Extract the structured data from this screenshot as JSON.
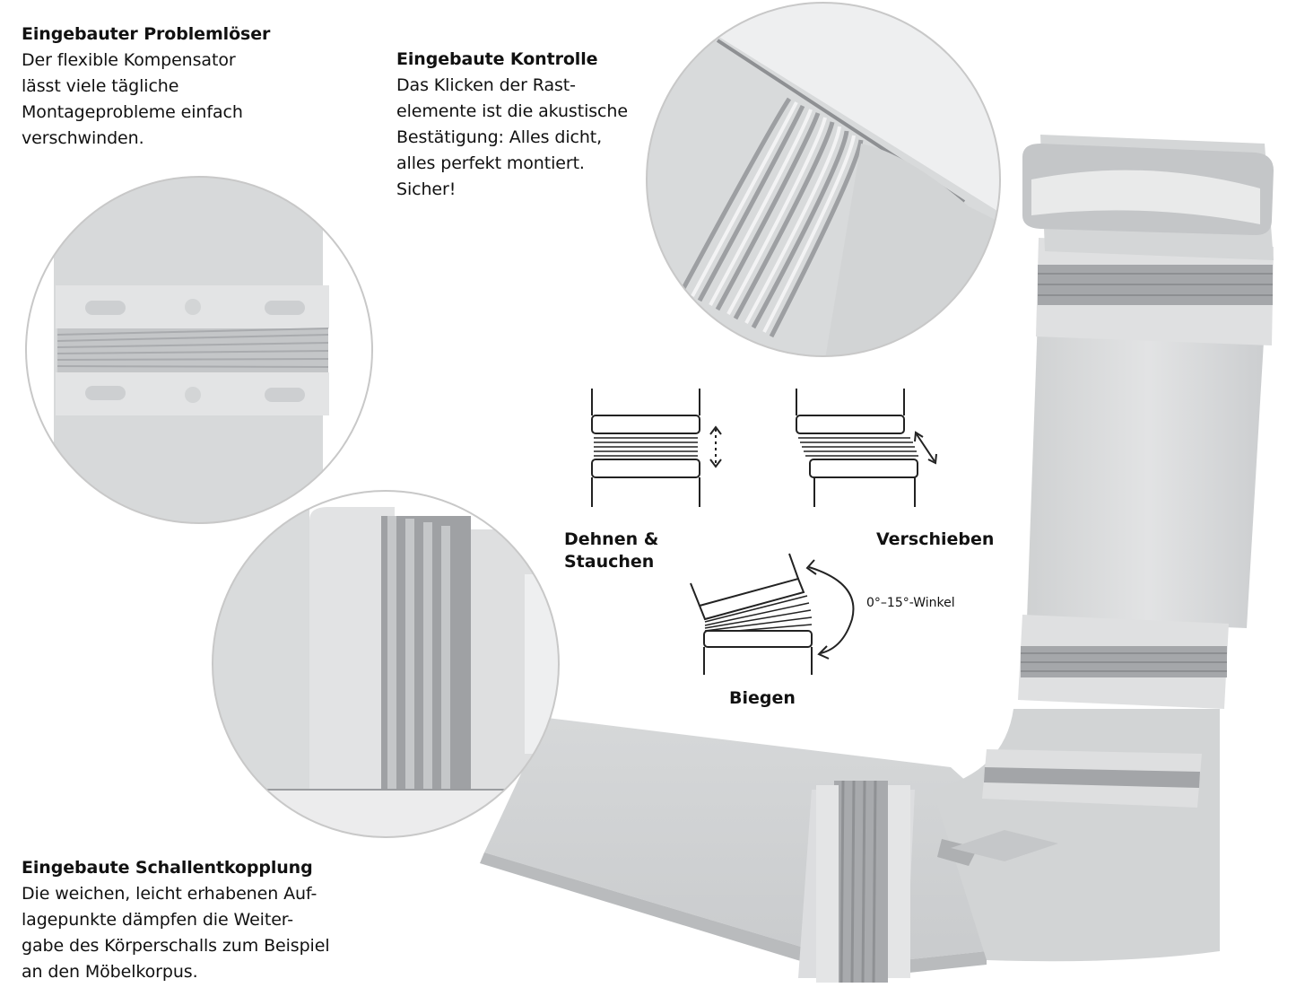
{
  "blocks": {
    "problem": {
      "heading": "Eingebauter Problemlöser",
      "lines": [
        "Der flexible Kompensator",
        "lässt viele tägliche",
        "Montageprobleme einfach",
        "verschwinden."
      ]
    },
    "control": {
      "heading": "Eingebaute Kontrolle",
      "lines": [
        "Das Klicken der Rast-",
        "elemente ist die akustische",
        "Bestätigung: Alles dicht,",
        "alles perfekt montiert.",
        "Sicher!"
      ]
    },
    "sound": {
      "heading": "Eingebaute Schallentkopplung",
      "lines": [
        "Die weichen, leicht erhabenen Auf-",
        "lagepunkte dämpfen die Weiter-",
        "gabe des Körperschalls zum Beispiel",
        "an den Möbelkorpus."
      ]
    }
  },
  "diagram": {
    "stretch_label": [
      "Dehnen &",
      "Stauchen"
    ],
    "shift_label": "Verschieben",
    "bend_label": "Biegen",
    "angle_label": "0°–15°-Winkel"
  },
  "colors": {
    "duct": "#d9dadb",
    "duct_shadow": "#bfc1c3",
    "rib": "#9c9ea1",
    "circle_border": "#c8c8c8",
    "text": "#111111"
  }
}
